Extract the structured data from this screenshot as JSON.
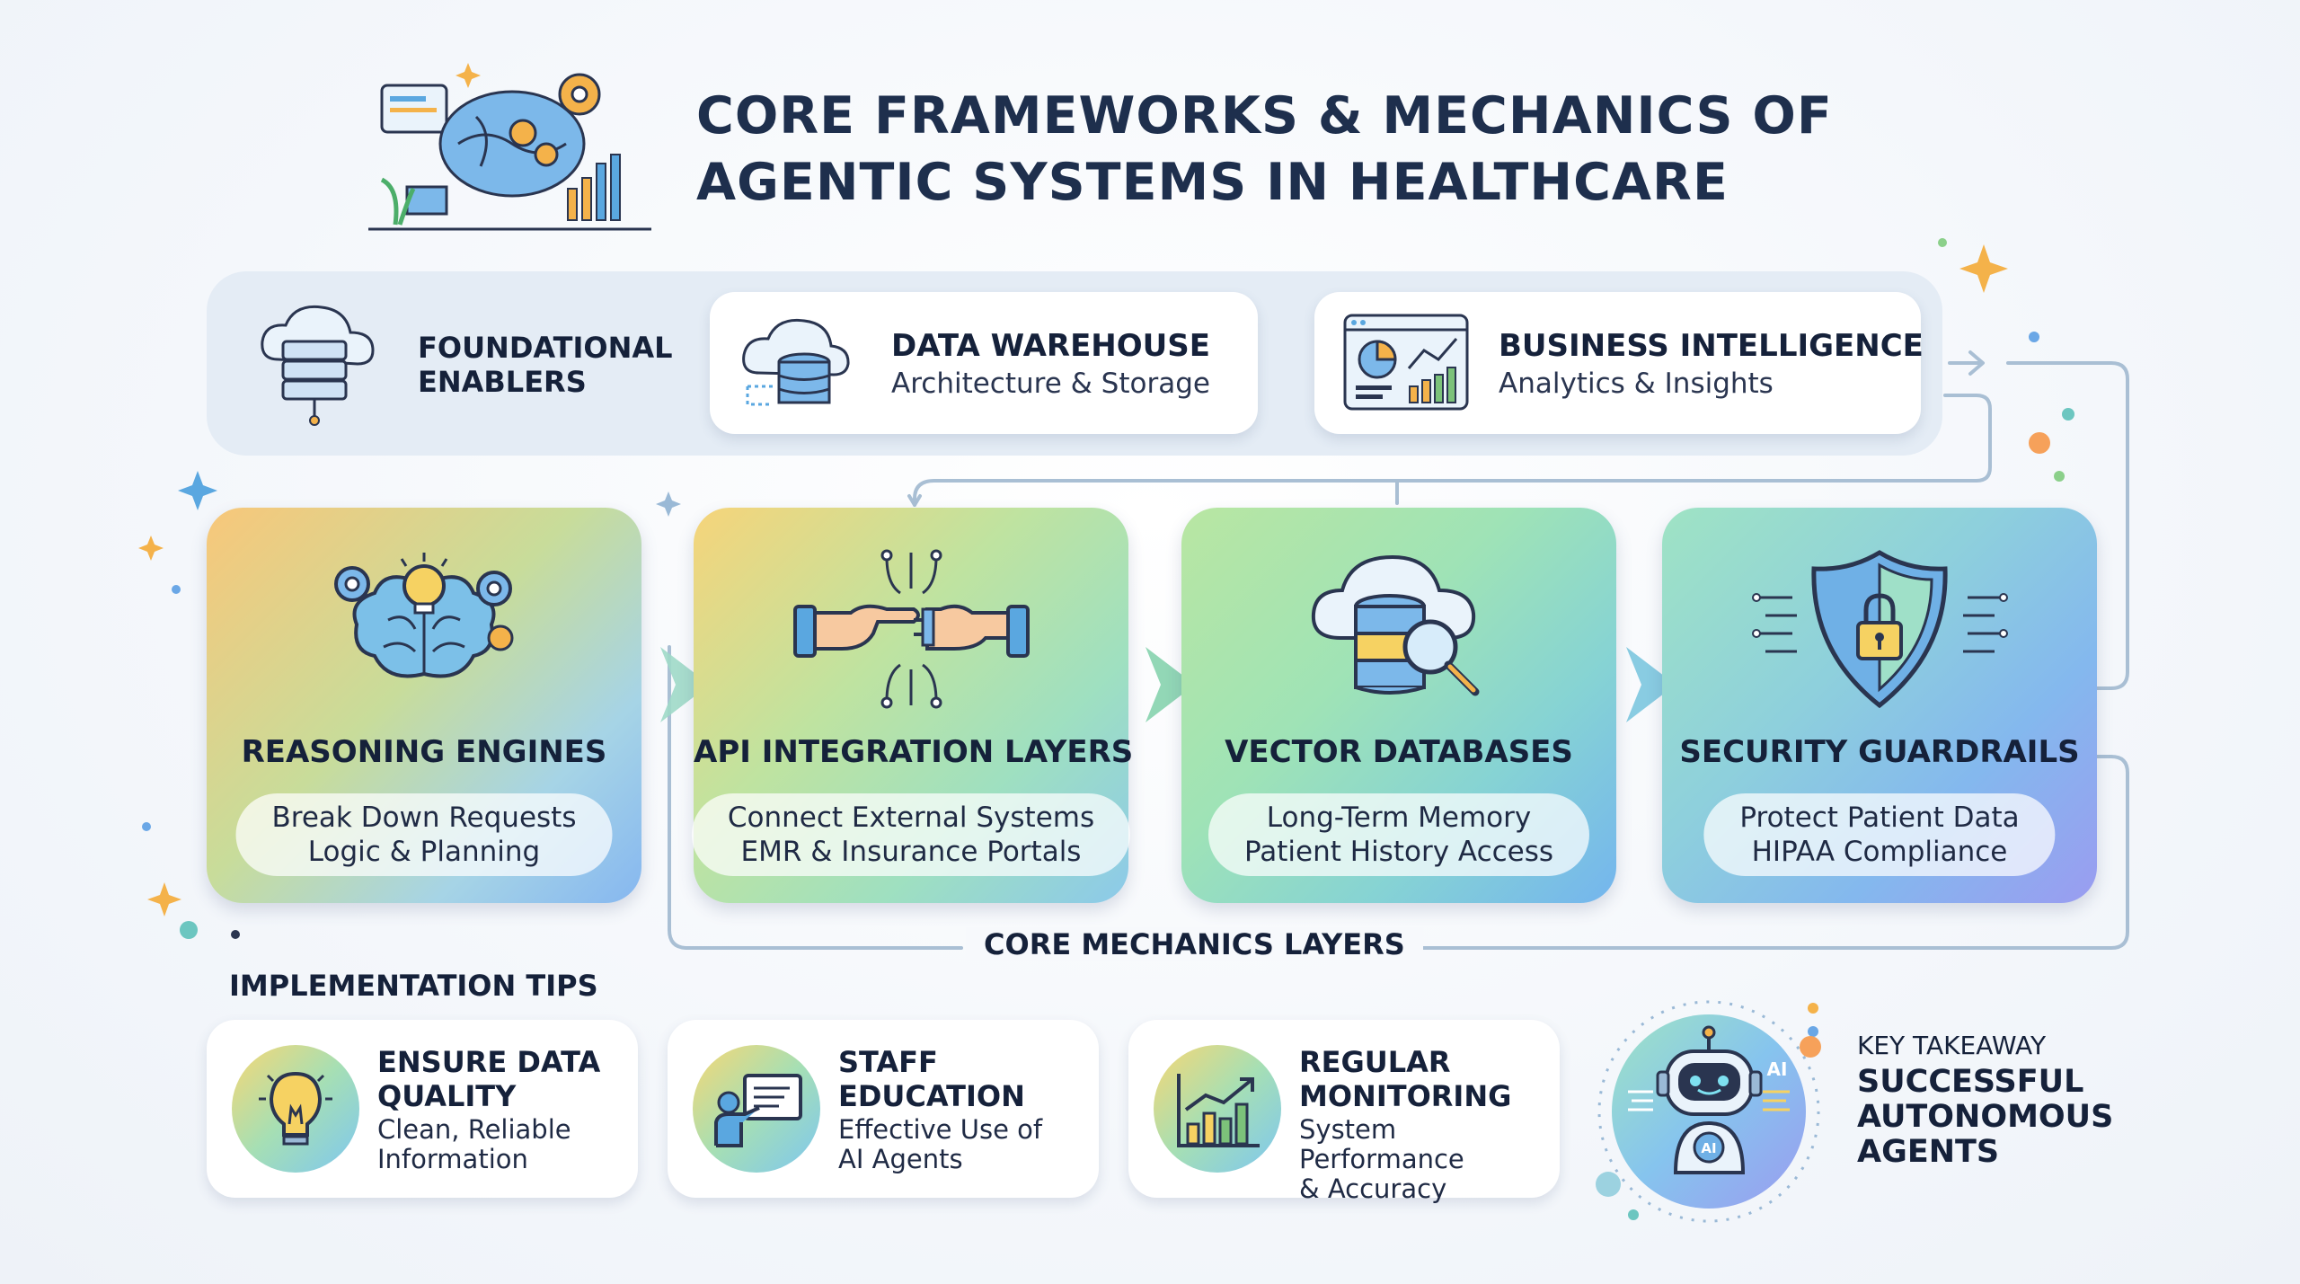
{
  "title": {
    "line1": "CORE FRAMEWORKS & MECHANICS OF",
    "line2": "AGENTIC SYSTEMS IN HEALTHCARE"
  },
  "foundational": {
    "label_line1": "FOUNDATIONAL",
    "label_line2": "ENABLERS",
    "cards": [
      {
        "title": "DATA WAREHOUSE",
        "subtitle": "Architecture & Storage",
        "icon": "cloud-database-icon"
      },
      {
        "title": "BUSINESS INTELLIGENCE",
        "subtitle": "Analytics & Insights",
        "icon": "analytics-dashboard-icon"
      }
    ]
  },
  "mechanics": {
    "label": "CORE MECHANICS LAYERS",
    "cards": [
      {
        "title": "REASONING ENGINES",
        "line1": "Break Down Requests",
        "line2": "Logic & Planning",
        "icon": "brain-lightbulb-icon"
      },
      {
        "title": "API INTEGRATION LAYERS",
        "line1": "Connect External Systems",
        "line2": "EMR & Insurance Portals",
        "icon": "handshake-plug-icon"
      },
      {
        "title": "VECTOR DATABASES",
        "line1": "Long-Term Memory",
        "line2": "Patient History Access",
        "icon": "database-search-icon"
      },
      {
        "title": "SECURITY GUARDRAILS",
        "line1": "Protect Patient Data",
        "line2": "HIPAA Compliance",
        "icon": "shield-lock-icon"
      }
    ]
  },
  "implementation": {
    "label": "IMPLEMENTATION TIPS",
    "tips": [
      {
        "title_line1": "ENSURE DATA",
        "title_line2": "QUALITY",
        "sub_line1": "Clean, Reliable",
        "sub_line2": "Information",
        "icon": "lightbulb-icon"
      },
      {
        "title_line1": "STAFF",
        "title_line2": "EDUCATION",
        "sub_line1": "Effective Use of",
        "sub_line2": "AI Agents",
        "icon": "presentation-icon"
      },
      {
        "title_line1": "REGULAR",
        "title_line2": "MONITORING",
        "sub_line1": "System Performance",
        "sub_line2": "& Accuracy",
        "icon": "chart-trend-icon"
      }
    ]
  },
  "takeaway": {
    "label": "KEY TAKEAWAY",
    "line1": "SUCCESSFUL",
    "line2": "AUTONOMOUS",
    "line3": "AGENTS",
    "robot_badge": "AI",
    "robot_side": "AI"
  },
  "colors": {
    "title": "#1e2f4d",
    "connector": "#a9bfd4",
    "gradient_yellow": "#f7d06b",
    "gradient_green": "#9fe0a9",
    "gradient_blue": "#78b7ef",
    "gradient_purple": "#9a9cf0"
  }
}
